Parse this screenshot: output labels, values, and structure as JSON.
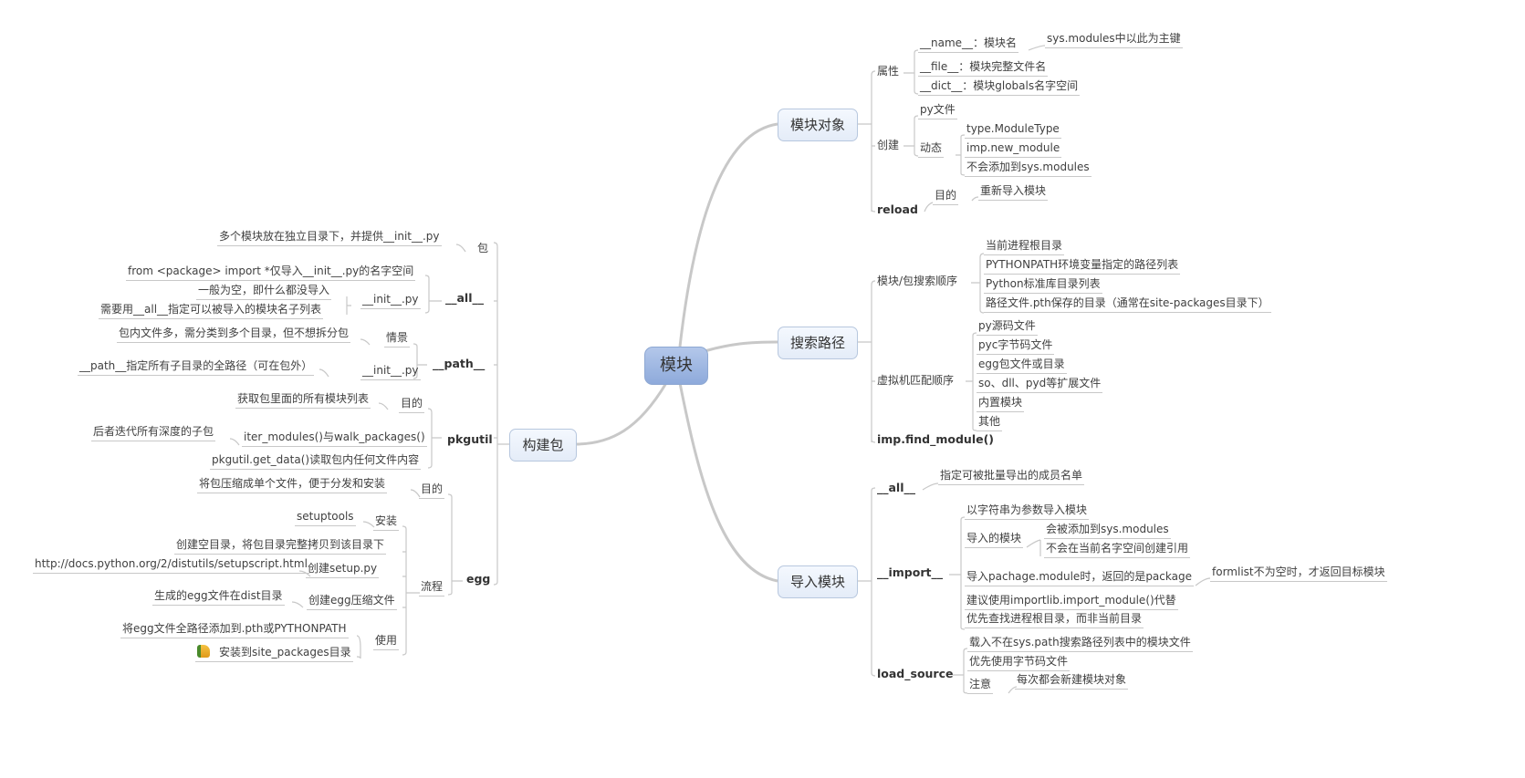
{
  "root": "模块",
  "colors": {
    "root_fill": "#9bb4e0",
    "topic_fill": "#e8eef9",
    "line": "#c8c8c8",
    "text": "#404040"
  },
  "branches": {
    "module_object": {
      "label": "模块对象",
      "attrs": {
        "label": "属性",
        "name": "__name__：模块名",
        "name_note": "sys.modules中以此为主键",
        "file": "__file__：模块完整文件名",
        "dict": "__dict__：模块globals名字空间"
      },
      "create": {
        "label": "创建",
        "py": "py文件",
        "dynamic": "动态",
        "items": [
          "type.ModuleType",
          "imp.new_module",
          "不会添加到sys.modules"
        ]
      },
      "reload": {
        "label": "reload",
        "purpose": "目的",
        "purpose_text": "重新导入模块"
      }
    },
    "search_path": {
      "label": "搜索路径",
      "order": {
        "label": "模块/包搜索顺序",
        "items": [
          "当前进程根目录",
          "PYTHONPATH环境变量指定的路径列表",
          "Python标准库目录列表",
          "路径文件.pth保存的目录（通常在site-packages目录下）"
        ]
      },
      "vm": {
        "label": "虚拟机匹配顺序",
        "items": [
          "py源码文件",
          "pyc字节码文件",
          "egg包文件或目录",
          "so、dll、pyd等扩展文件",
          "内置模块",
          "其他"
        ]
      },
      "find": "imp.find_module()"
    },
    "import_module": {
      "label": "导入模块",
      "all": {
        "label": "__all__",
        "text": "指定可被批量导出的成员名单"
      },
      "import": {
        "label": "__import__",
        "by_string": "以字符串为参数导入模块",
        "imported": "导入的模块",
        "imported_items": [
          "会被添加到sys.modules",
          "不会在当前名字空间创建引用"
        ],
        "pkg": "导入pachage.module时，返回的是package",
        "pkg_note": "formlist不为空时，才返回目标模块",
        "suggest": "建议使用importlib.import_module()代替",
        "root_first": "优先查找进程根目录，而非当前目录"
      },
      "load_source": {
        "label": "load_source",
        "items": [
          "载入不在sys.path搜索路径列表中的模块文件",
          "优先使用字节码文件"
        ],
        "note": "注意",
        "note_text": "每次都会新建模块对象"
      }
    },
    "build_package": {
      "label": "构建包",
      "pkg": {
        "label": "包",
        "text": "多个模块放在独立目录下，并提供__init__.py"
      },
      "all": {
        "label": "__all__",
        "init": "__init__.py",
        "items": [
          "from <package> import *仅导入__init__.py的名字空间",
          "一般为空，即什么都没导入",
          "需要用__all__指定可以被导入的模块名子列表"
        ]
      },
      "path": {
        "label": "__path__",
        "scene": "情景",
        "scene_text": "包内文件多，需分类到多个目录，但不想拆分包",
        "init": "__init__.py",
        "init_text": "__path__指定所有子目录的全路径（可在包外）"
      },
      "pkgutil": {
        "label": "pkgutil",
        "purpose": "目的",
        "purpose_text": "获取包里面的所有模块列表",
        "iter": "iter_modules()与walk_packages()",
        "iter_note": "后者迭代所有深度的子包",
        "get_data": "pkgutil.get_data()读取包内任何文件内容"
      },
      "egg": {
        "label": "egg",
        "purpose": "目的",
        "purpose_text": "将包压缩成单个文件，便于分发和安装",
        "install": "安装",
        "install_text": "setuptools",
        "flow": "流程",
        "flow_items": [
          "创建空目录，将包目录完整拷贝到该目录下"
        ],
        "setup": "创建setup.py",
        "setup_url": "http://docs.python.org/2/distutils/setupscript.html",
        "create": "创建egg压缩文件",
        "create_text": "生成的egg文件在dist目录",
        "use": "使用",
        "use_items": [
          "将egg文件全路径添加到.pth或PYTHONPATH",
          "安装到site_packages目录"
        ],
        "thumb_icon": "thumbs-up-icon"
      }
    }
  }
}
